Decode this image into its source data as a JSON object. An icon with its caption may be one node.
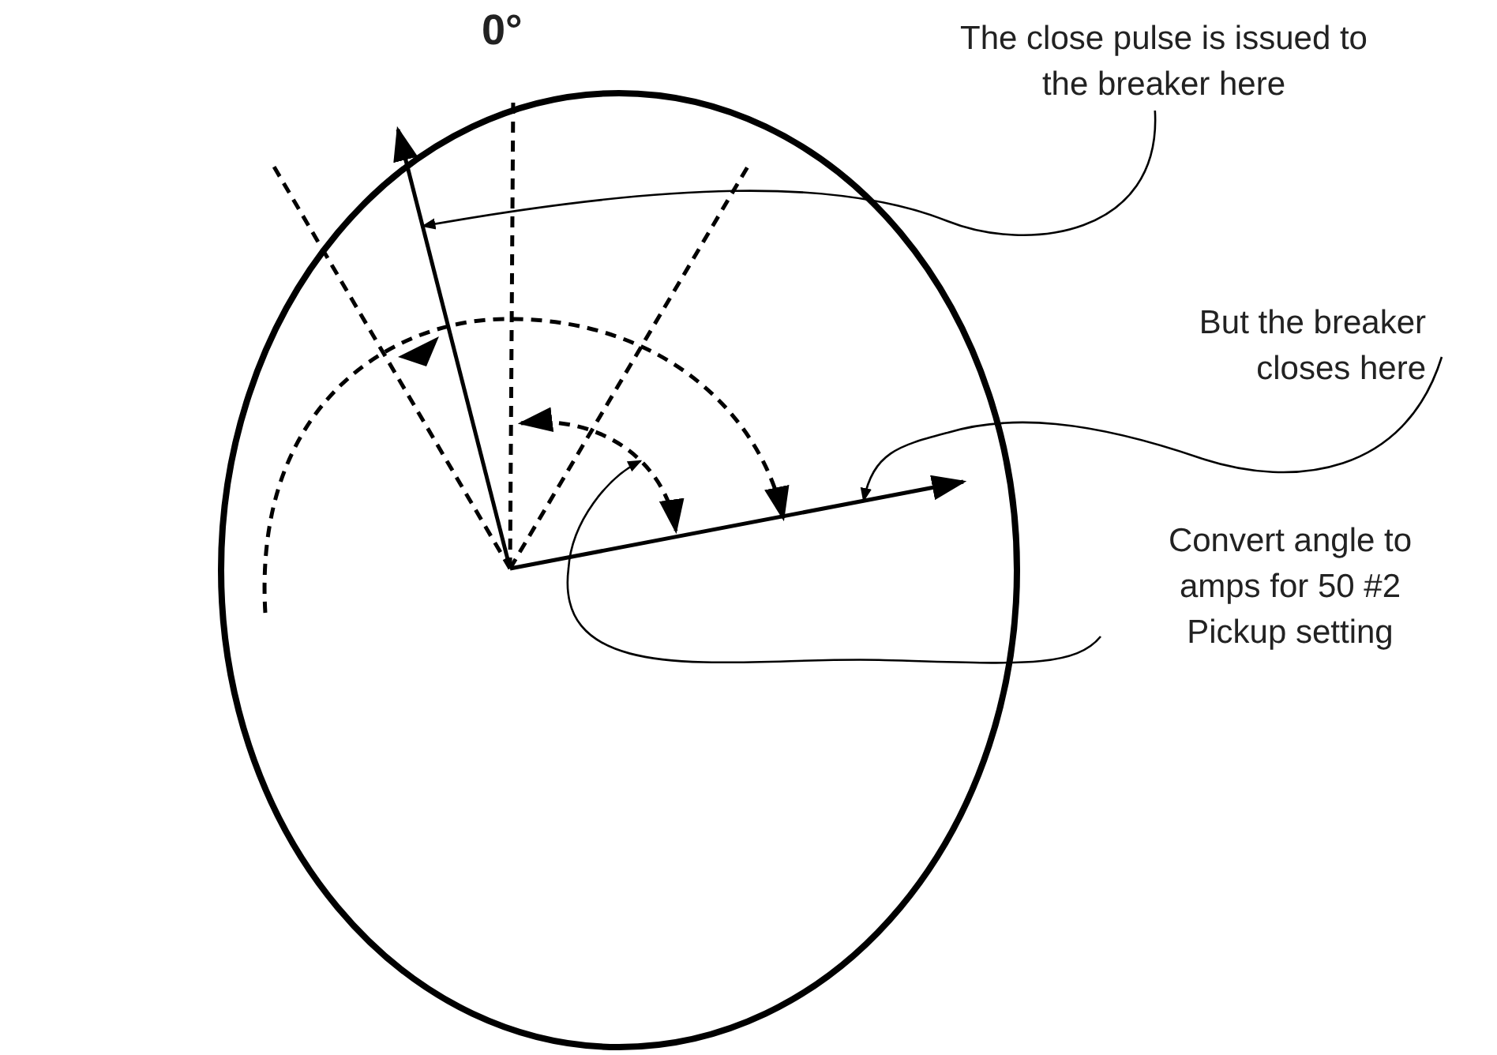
{
  "diagram": {
    "nodes": [
      {
        "text": [
          "The close pulse is issued to the breaker here"
        ]
      },
      {
        "text": [
          "But the breaker closes here"
        ]
      },
      {
        "text": [
          "Convert angle to amps for 50 #2 Pickup setting"
        ]
      },
      {
        "text": [],
        "shape": "arrow"
      },
      {
        "text": [],
        "shape": "arrow"
      },
      {
        "text": [],
        "shape": "arc"
      }
    ],
    "edges": [
      {
        "from": 0,
        "to": 3,
        "arrow": "to"
      },
      {
        "from": 1,
        "to": 4,
        "arrow": "to"
      },
      {
        "from": 2,
        "to": 5,
        "arrow": "to"
      }
    ],
    "labels": [
      "0°"
    ]
  }
}
